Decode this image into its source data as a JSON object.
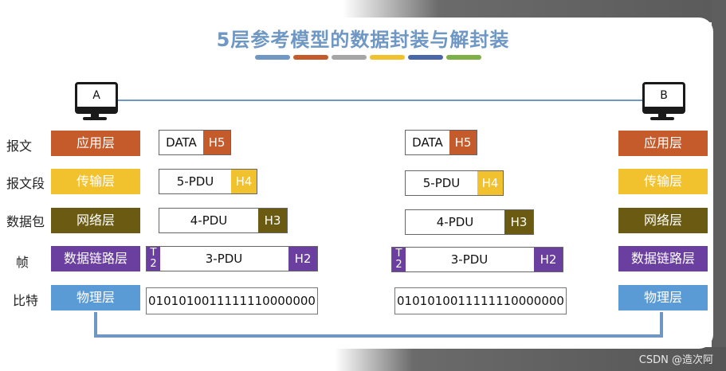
{
  "title": "5层参考模型的数据封装与解封装",
  "stripe_colors": [
    "#6f97c4",
    "#c55a2a",
    "#a6a6a6",
    "#f2c12e",
    "#4a66a8",
    "#7db045"
  ],
  "hosts": {
    "left": "A",
    "right": "B"
  },
  "row_labels": [
    "报文",
    "报文段",
    "数据包",
    "帧",
    "比特"
  ],
  "layers": [
    "应用层",
    "传输层",
    "网络层",
    "数据链路层",
    "物理层"
  ],
  "pdus": {
    "app": {
      "data": "DATA",
      "header": "H5"
    },
    "trans": {
      "data": "5-PDU",
      "header": "H4"
    },
    "net": {
      "data": "4-PDU",
      "header": "H3"
    },
    "link": {
      "data": "3-PDU",
      "header": "H2",
      "trailer_top": "T",
      "trailer_bottom": "2"
    },
    "phys": {
      "bits": "0101010011111110000000"
    }
  },
  "colors": {
    "app": "#c55a2a",
    "trans": "#f2c12e",
    "net": "#6b5b12",
    "link": "#6b3fa0",
    "phys": "#5b9bd5",
    "line": "#6f97c4"
  },
  "watermark": "CSDN @造次阿"
}
